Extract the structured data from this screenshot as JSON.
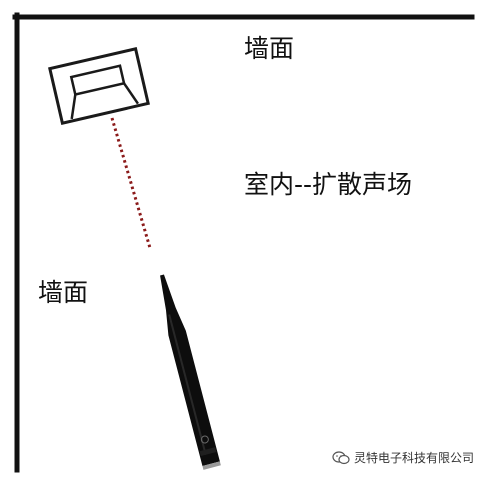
{
  "labels": {
    "wall_top": "墙面",
    "room": "室内--扩散声场",
    "wall_left": "墙面"
  },
  "watermark": {
    "text": "灵特电子科技有限公司",
    "icon": "wechat-icon"
  },
  "colors": {
    "wall": "#111111",
    "dotted_line": "#8b1a1a",
    "microphone": "#0d0d0d",
    "speaker_outline": "#1a1a1a",
    "background": "#ffffff"
  }
}
